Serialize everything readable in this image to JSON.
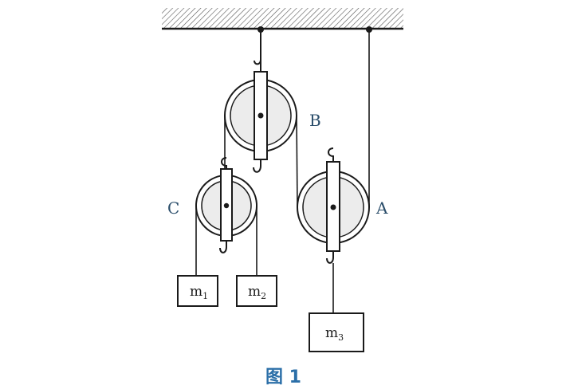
{
  "labels": {
    "pulley_a": "A",
    "pulley_b": "B",
    "pulley_c": "C"
  },
  "masses": [
    {
      "symbol": "m",
      "subscript": "1"
    },
    {
      "symbol": "m",
      "subscript": "2"
    },
    {
      "symbol": "m",
      "subscript": "3"
    }
  ],
  "caption": "图 1",
  "colors": {
    "line": "#1a1a1a",
    "label": "#2a4d6a",
    "caption": "#2b6fa8",
    "wheel": "#ededed"
  }
}
